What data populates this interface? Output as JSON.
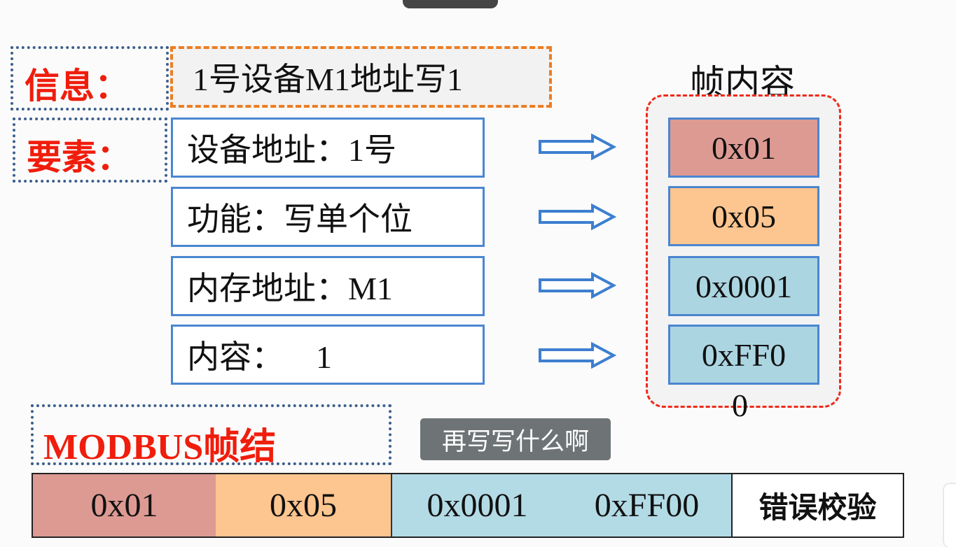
{
  "slide": {
    "info_label": "信息：",
    "info_value": "1号设备M1地址写1",
    "elements_label": "要素：",
    "elements": [
      {
        "text": "设备地址：1号"
      },
      {
        "text": "功能：写单个位"
      },
      {
        "text": "内存地址：M1"
      },
      {
        "text": "内容：    1"
      }
    ],
    "frame_title": "帧内容",
    "frame_values": [
      {
        "text": "0x01",
        "color": "#dd9a93"
      },
      {
        "text": "0x05",
        "color": "#fdc58f"
      },
      {
        "text": "0x0001",
        "color": "#acd5e2"
      },
      {
        "text": "0xFF0",
        "color": "#acd5e2"
      }
    ],
    "frame_overflow": "0",
    "modbus_label": "MODBUS帧结",
    "bar_cells": [
      {
        "text": "0x01",
        "color": "#dd9a93"
      },
      {
        "text": "0x05",
        "color": "#fdc58f"
      },
      {
        "text": "0x0001",
        "color": "#b3dbe6"
      },
      {
        "text": "0xFF00",
        "color": "#b3dbe6"
      },
      {
        "text": "错误校验",
        "color": "#ffffff"
      }
    ]
  },
  "subtitle": "再写写什么啊"
}
